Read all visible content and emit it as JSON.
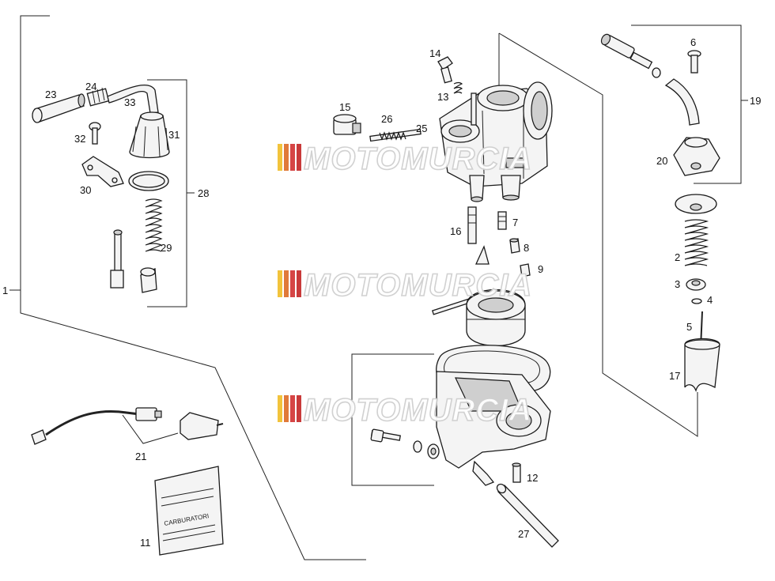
{
  "labels": {
    "l1": "1",
    "l2": "2",
    "l3": "3",
    "l4": "4",
    "l5": "5",
    "l6": "6",
    "l7": "7",
    "l8": "8",
    "l9": "9",
    "l11": "11",
    "l12": "12",
    "l13": "13",
    "l14": "14",
    "l15": "15",
    "l16": "16",
    "l17": "17",
    "l19": "19",
    "l20": "20",
    "l21": "21",
    "l23": "23",
    "l24": "24",
    "l25": "25",
    "l26": "26",
    "l27": "27",
    "l28": "28",
    "l29": "29",
    "l30": "30",
    "l31": "31",
    "l32": "32",
    "l33": "33"
  },
  "document": {
    "title": "CARBURATORI"
  },
  "watermark": {
    "text": "MOTOMURCIA",
    "stripe_colors": [
      "#f2c33c",
      "#e07a3a",
      "#d64545",
      "#c93a3a"
    ]
  }
}
